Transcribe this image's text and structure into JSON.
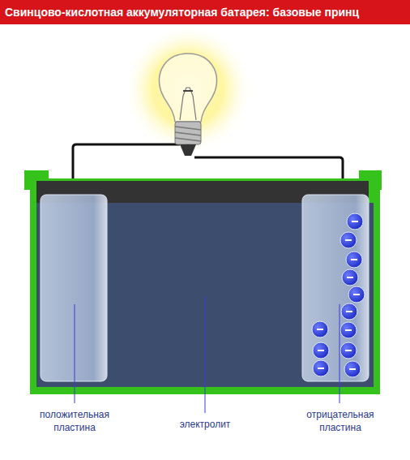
{
  "diagram": {
    "title": "Свинцово-кислотная аккумуляторная батарея: базовые принц",
    "labels": [
      "положительная пластина",
      "электролит",
      "отрицательная пластина"
    ]
  }
}
